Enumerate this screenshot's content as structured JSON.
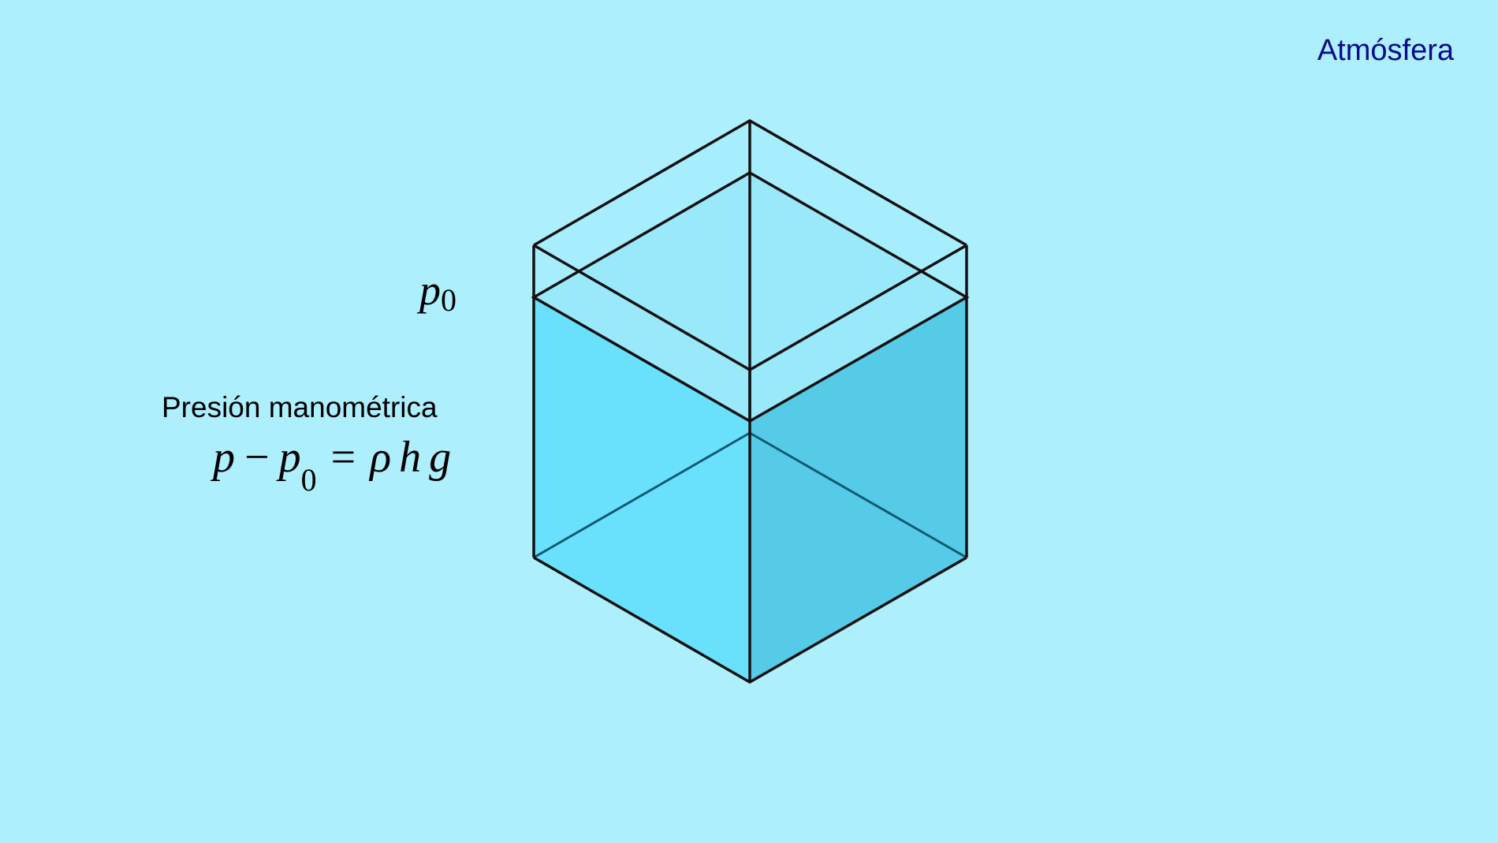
{
  "region_label": "Atmósfera",
  "surface_pressure": {
    "symbol": "p",
    "subscript": "0"
  },
  "gauge_pressure": {
    "caption": "Presión manométrica",
    "formula": {
      "p": "p",
      "minus": "−",
      "p0": "p",
      "p0_sub": "0",
      "equals": "=",
      "rho": "ρ",
      "h": "h",
      "g": "g"
    }
  },
  "colors": {
    "background": "#adeffd",
    "label": "#0a0a8a",
    "air_face": "#9ae9fb",
    "water_left": "#69e1fd",
    "water_right": "#56cbe8",
    "edge": "#111111",
    "inner_edge": "#0d5a72"
  }
}
